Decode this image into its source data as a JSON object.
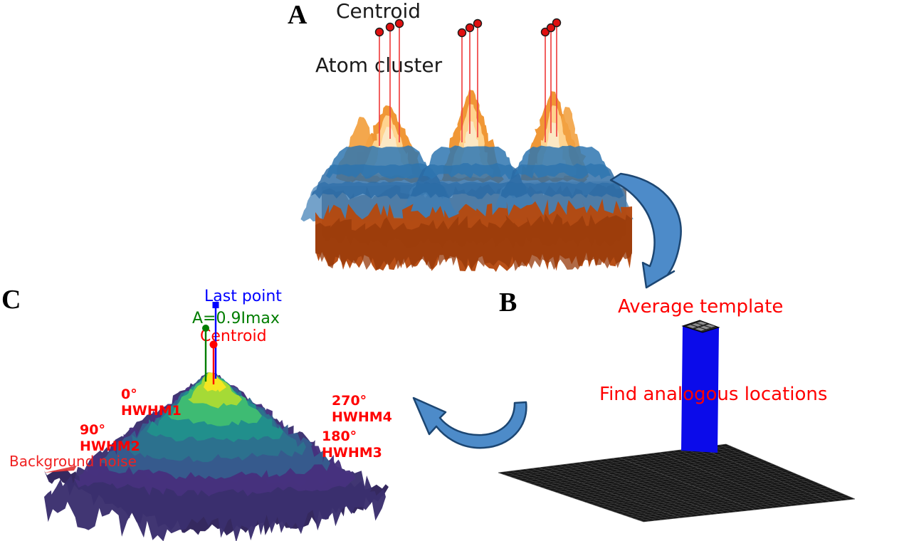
{
  "figure": {
    "panels": {
      "a": {
        "label": "A",
        "centroid_label": "Centroid",
        "cluster_label": "Atom cluster",
        "markers": "red-centroid-dots-on-stems"
      },
      "b": {
        "label": "B",
        "template_label": "Average template",
        "locations_label": "Find analogous locations"
      },
      "c": {
        "label": "C",
        "last_point_label": "Last point",
        "amplitude_label": "A=0.9Imax",
        "centroid_label": "Centroid",
        "hwhm_labels": [
          {
            "angle": "0°",
            "name": "HWHM1"
          },
          {
            "angle": "90°",
            "name": "HWHM2"
          },
          {
            "angle": "180°",
            "name": "HWHM3"
          },
          {
            "angle": "270°",
            "name": "HWHM4"
          }
        ],
        "background_noise_label": "Background noise",
        "markers": {
          "last_point": "blue-square",
          "amplitude": "green-dot",
          "centroid": "red-dot"
        }
      }
    },
    "colors": {
      "annotation_red": "#ff0000",
      "last_point_blue": "#0000ff",
      "amplitude_green": "#007d00",
      "centroid_marker_red": "#e01010",
      "template_blue": "#0b0bea",
      "arrow_blue": "#4d8bc9",
      "arrow_outline": "#1c4672"
    }
  }
}
